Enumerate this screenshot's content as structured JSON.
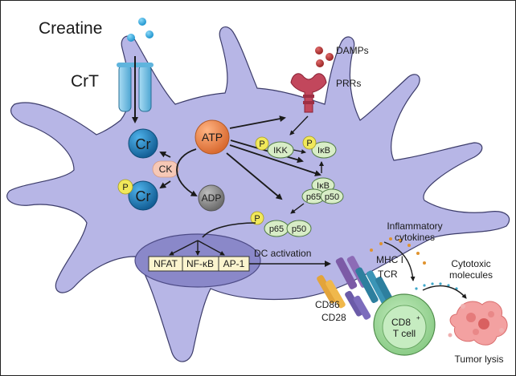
{
  "labels": {
    "creatine": "Creatine",
    "crt": "CrT",
    "cr": "Cr",
    "ck": "CK",
    "p": "P",
    "atp": "ATP",
    "adp": "ADP",
    "damps": "DAMPs",
    "prrs": "PRRs",
    "ikk": "IKK",
    "ikb": "IκB",
    "p65": "p65",
    "p50": "p50",
    "nfat": "NFAT",
    "nfkb": "NF-κB",
    "ap1": "AP-1",
    "dc_activation": "DC activation",
    "inflammatory_line1": "Inflammatory",
    "inflammatory_line2": "cytokines",
    "mhc": "MHC I",
    "tcr": "TCR",
    "cytotoxic_line1": "Cytotoxic",
    "cytotoxic_line2": "molecules",
    "cd86": "CD86",
    "cd28": "CD28",
    "cd8_line1": "CD8",
    "cd8_sup": "+",
    "cd8_line2": "T cell",
    "tumor_lysis": "Tumor lysis"
  },
  "colors": {
    "cell_body": "#b7b6e6",
    "cell_outline": "#3c3c6a",
    "nucleus": "#8a88c9",
    "creatine_dots": "#3fb0e0",
    "transporter": "#74c0e4",
    "cr_ball": "#1d7fc0",
    "atp_ball": "#ee8a55",
    "adp_ball": "#8d8d8d",
    "ck_pill": "#f6c8b6",
    "phosphate": "#f1e85a",
    "ikk_ikb": "#d8edc7",
    "damps": "#b8393a",
    "prr": "#c2475c",
    "tf_box": "#fbf4ce",
    "t_cell_outer": "#9fd69c",
    "t_cell_inner": "#7fc27a",
    "tumor": "#ee8c8c",
    "mhc": "#7c5aa6",
    "tcr": "#2d7f9e",
    "cd86": "#e3a43a",
    "cd28": "#6b5ba8"
  }
}
